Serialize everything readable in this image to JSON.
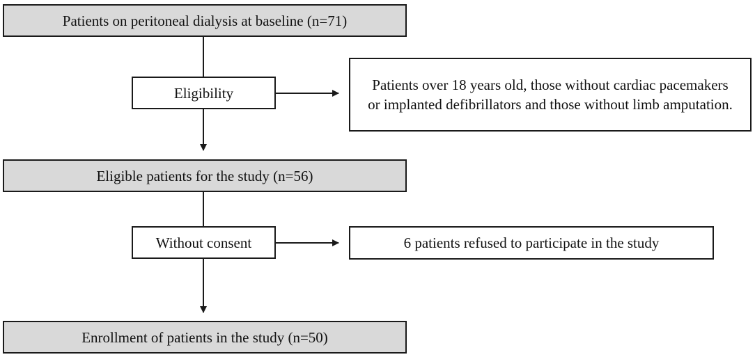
{
  "flowchart": {
    "baseline": "Patients on peritoneal dialysis at baseline (n=71)",
    "eligibility": "Eligibility",
    "criteria": "Patients over 18 years old, those without cardiac pacemakers or implanted defibrillators and those without limb amputation.",
    "eligible": "Eligible patients for the study (n=56)",
    "without_consent": "Without consent",
    "refused": "6 patients refused to participate in the study",
    "enrolled": "Enrollment of patients in the study (n=50)"
  },
  "colors": {
    "shaded_box": "#d9d9d9",
    "border": "#1a1a1a"
  }
}
